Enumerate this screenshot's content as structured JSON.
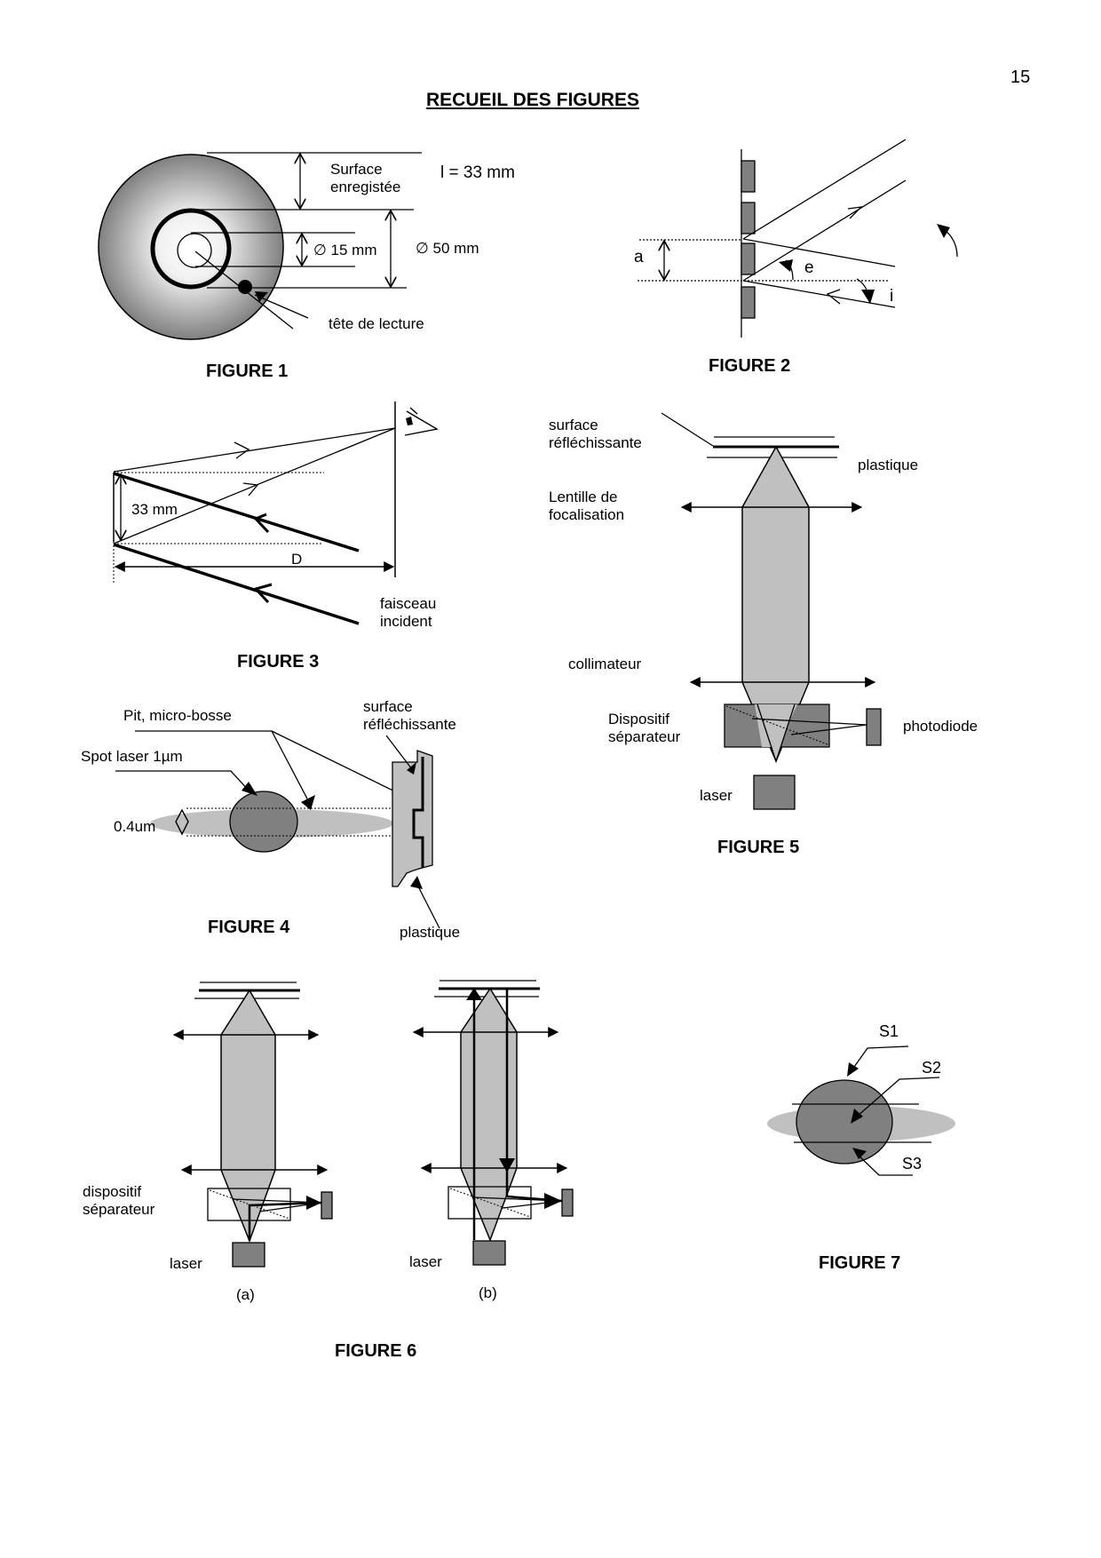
{
  "page": {
    "number": "15",
    "title": "RECUEIL DES FIGURES"
  },
  "colors": {
    "dark_gray": "#808080",
    "light_gray": "#c0c0c0",
    "ink": "#000000"
  },
  "figure1": {
    "caption": "FIGURE 1",
    "label_surface_line1": "Surface",
    "label_surface_line2": "enregistée",
    "label_length": "l  = 33 mm",
    "label_inner_diameter": "∅ 15 mm",
    "label_outer_diameter": "∅ 50 mm",
    "label_head": "tête de lecture"
  },
  "figure2": {
    "caption": "FIGURE 2",
    "label_a": "a",
    "label_e": "e",
    "label_i": "i"
  },
  "figure3": {
    "caption": "FIGURE 3",
    "label_distance": "33 mm",
    "label_D": "D",
    "label_beam_line1": "faisceau",
    "label_beam_line2": "incident"
  },
  "figure4": {
    "caption": "FIGURE 4",
    "label_pit": "Pit, micro-bosse",
    "label_spot": "Spot laser 1µm",
    "label_width": "0.4um",
    "label_surface_line1": "surface",
    "label_surface_line2": "réfléchissante",
    "label_plastic": "plastique"
  },
  "figure5": {
    "caption": "FIGURE 5",
    "label_surface_line1": "surface",
    "label_surface_line2": "réfléchissante",
    "label_plastic": "plastique",
    "label_lens_line1": "Lentille de",
    "label_lens_line2": "focalisation",
    "label_collimator": "collimateur",
    "label_separator_line1": "Dispositif",
    "label_separator_line2": "séparateur",
    "label_photodiode": "photodiode",
    "label_laser": "laser"
  },
  "figure6": {
    "caption": "FIGURE 6",
    "label_separator_line1": "dispositif",
    "label_separator_line2": "séparateur",
    "label_laser_a": "laser",
    "label_laser_b": "laser",
    "sub_a": "(a)",
    "sub_b": "(b)"
  },
  "figure7": {
    "caption": "FIGURE 7",
    "label_s1": "S1",
    "label_s2": "S2",
    "label_s3": "S3"
  }
}
